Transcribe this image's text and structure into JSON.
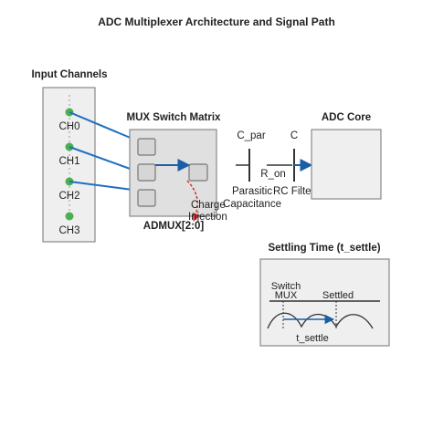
{
  "title": "ADC Multiplexer Architecture and Signal Path",
  "input_panel": {
    "heading": "Input Channels",
    "channels": [
      "CH0",
      "CH1",
      "CH2",
      "CH3"
    ]
  },
  "mux": {
    "heading": "MUX Switch Matrix",
    "register": "ADMUX[2:0]",
    "charge_injection": [
      "Charge",
      "Injection"
    ]
  },
  "rc": {
    "cpar_label": "C_par",
    "c_label": "C",
    "ron_label": "R_on",
    "parasitic": [
      "Parasitic",
      "Capacitance"
    ],
    "filter": "RC Filter"
  },
  "adc": {
    "heading": "ADC Core"
  },
  "settling": {
    "heading": "Settling Time (t_settle)",
    "switch_mux": [
      "Switch",
      "MUX"
    ],
    "settled": "Settled",
    "t_settle": "t_settle"
  },
  "colors": {
    "dot": "#4caf50",
    "wire": "#1f6fc0",
    "arrow": "#1a5ea8",
    "charge": "#d32f2f",
    "panel_fill": "#efefef",
    "panel_stroke": "#888888"
  }
}
